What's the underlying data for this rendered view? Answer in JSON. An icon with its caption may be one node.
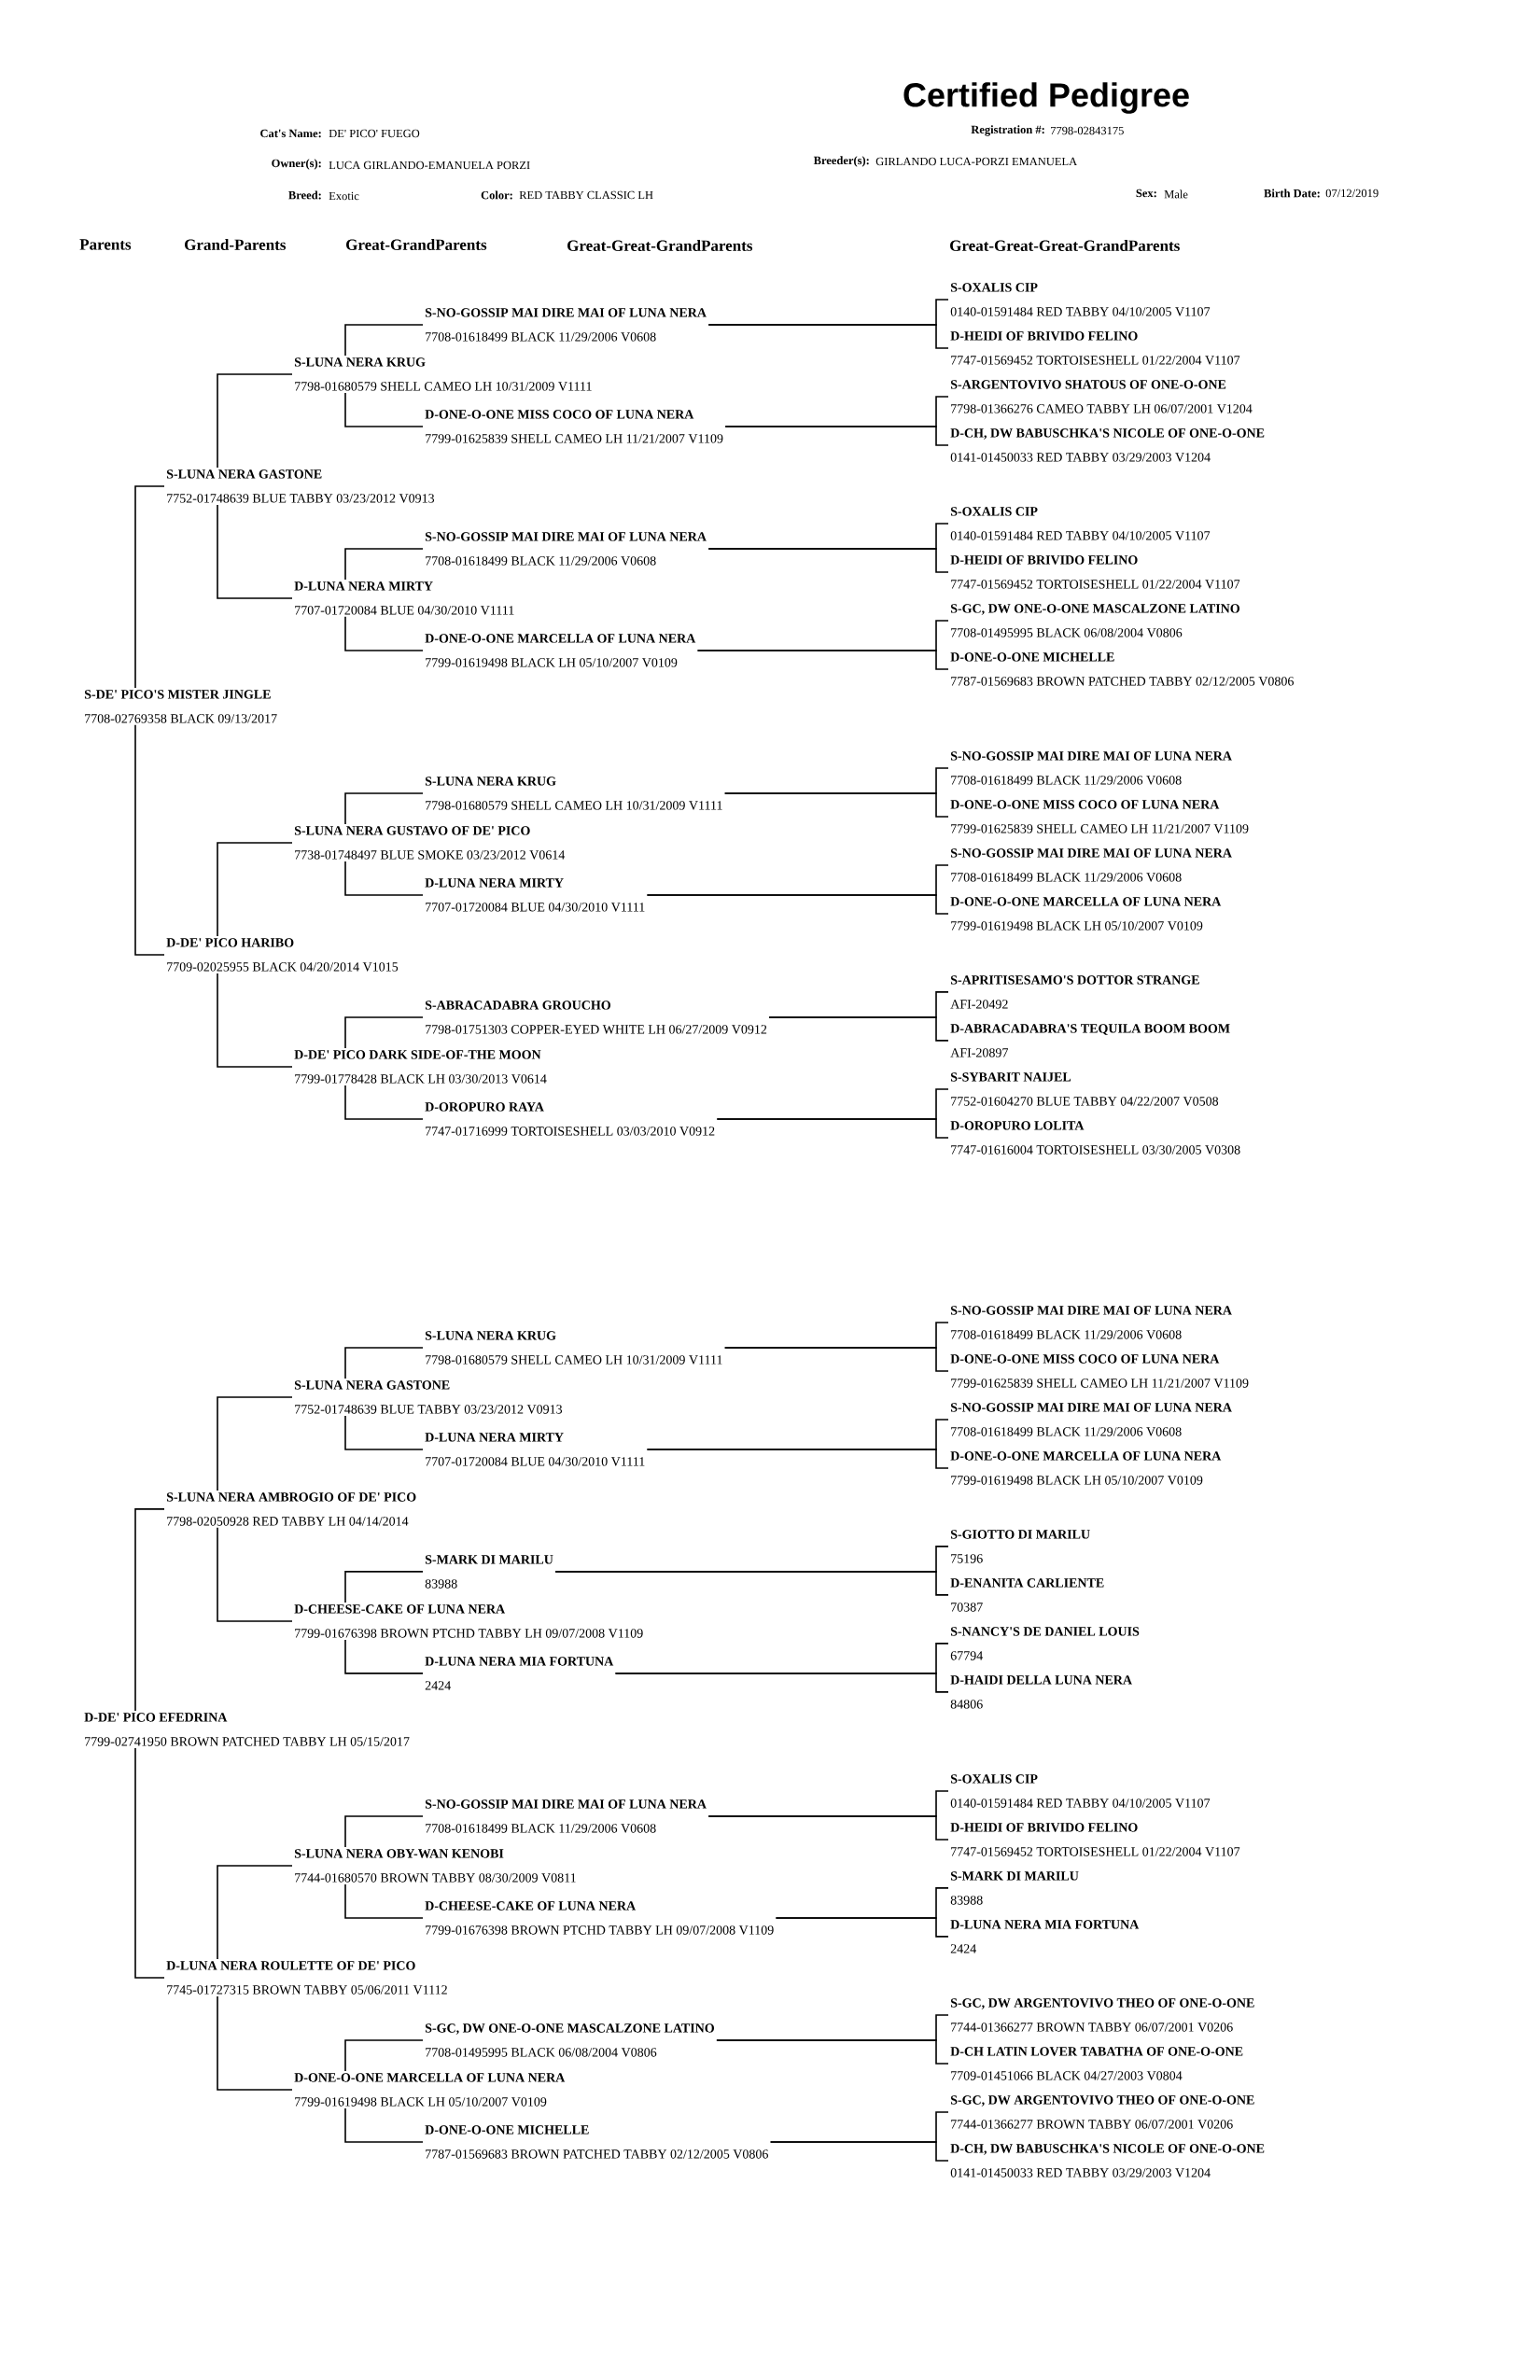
{
  "diagram": {
    "title": "Certified Pedigree",
    "nodes": [
      {
        "text": [
          "S-DE' PICO'S MISTER JINGLE",
          "7708-02769358 BLACK 09/13/2017"
        ]
      },
      {
        "text": [
          "S-LUNA NERA GASTONE",
          "7752-01748639 BLUE TABBY 03/23/2012 V0913"
        ]
      },
      {
        "text": [
          "S-LUNA NERA KRUG",
          "7798-01680579 SHELL CAMEO LH 10/31/2009 V1111"
        ]
      },
      {
        "text": [
          "S-NO-GOSSIP MAI DIRE MAI OF LUNA NERA",
          "7708-01618499 BLACK 11/29/2006 V0608"
        ]
      },
      {
        "text": [
          "S-OXALIS CIP",
          "0140-01591484 RED TABBY 04/10/2005 V1107"
        ]
      },
      {
        "text": [
          "D-HEIDI OF BRIVIDO FELINO",
          "7747-01569452 TORTOISESHELL 01/22/2004 V1107"
        ]
      },
      {
        "text": [
          "D-ONE-O-ONE MISS COCO OF LUNA NERA",
          "7799-01625839 SHELL CAMEO LH 11/21/2007 V1109"
        ]
      },
      {
        "text": [
          "S-ARGENTOVIVO SHATOUS OF ONE-O-ONE",
          "7798-01366276 CAMEO TABBY LH 06/07/2001 V1204"
        ]
      },
      {
        "text": [
          "D-CH, DW BABUSCHKA'S NICOLE OF ONE-O-ONE",
          "0141-01450033 RED TABBY 03/29/2003 V1204"
        ]
      },
      {
        "text": [
          "D-LUNA NERA MIRTY",
          "7707-01720084 BLUE 04/30/2010 V1111"
        ]
      },
      {
        "text": [
          "S-NO-GOSSIP MAI DIRE MAI OF LUNA NERA",
          "7708-01618499 BLACK 11/29/2006 V0608"
        ]
      },
      {
        "text": [
          "S-OXALIS CIP",
          "0140-01591484 RED TABBY 04/10/2005 V1107"
        ]
      },
      {
        "text": [
          "D-HEIDI OF BRIVIDO FELINO",
          "7747-01569452 TORTOISESHELL 01/22/2004 V1107"
        ]
      },
      {
        "text": [
          "D-ONE-O-ONE MARCELLA OF LUNA NERA",
          "7799-01619498 BLACK LH 05/10/2007 V0109"
        ]
      },
      {
        "text": [
          "S-GC, DW ONE-O-ONE MASCALZONE LATINO",
          "7708-01495995 BLACK 06/08/2004 V0806"
        ]
      },
      {
        "text": [
          "D-ONE-O-ONE MICHELLE",
          "7787-01569683 BROWN PATCHED TABBY 02/12/2005 V0806"
        ]
      },
      {
        "text": [
          "D-DE' PICO HARIBO",
          "7709-02025955 BLACK 04/20/2014 V1015"
        ]
      },
      {
        "text": [
          "S-LUNA NERA GUSTAVO OF DE' PICO",
          "7738-01748497 BLUE SMOKE 03/23/2012 V0614"
        ]
      },
      {
        "text": [
          "S-LUNA NERA KRUG",
          "7798-01680579 SHELL CAMEO LH 10/31/2009 V1111"
        ]
      },
      {
        "text": [
          "S-NO-GOSSIP MAI DIRE MAI OF LUNA NERA",
          "7708-01618499 BLACK 11/29/2006 V0608"
        ]
      },
      {
        "text": [
          "D-ONE-O-ONE MISS COCO OF LUNA NERA",
          "7799-01625839 SHELL CAMEO LH 11/21/2007 V1109"
        ]
      },
      {
        "text": [
          "D-LUNA NERA MIRTY",
          "7707-01720084 BLUE 04/30/2010 V1111"
        ]
      },
      {
        "text": [
          "S-NO-GOSSIP MAI DIRE MAI OF LUNA NERA",
          "7708-01618499 BLACK 11/29/2006 V0608"
        ]
      },
      {
        "text": [
          "D-ONE-O-ONE MARCELLA OF LUNA NERA",
          "7799-01619498 BLACK LH 05/10/2007 V0109"
        ]
      },
      {
        "text": [
          "D-DE' PICO DARK SIDE-OF-THE MOON",
          "7799-01778428 BLACK LH 03/30/2013 V0614"
        ]
      },
      {
        "text": [
          "S-ABRACADABRA GROUCHO",
          "7798-01751303 COPPER-EYED WHITE LH 06/27/2009 V0912"
        ]
      },
      {
        "text": [
          "S-APRITISESAMO'S DOTTOR STRANGE",
          "AFI-20492"
        ]
      },
      {
        "text": [
          "D-ABRACADABRA'S TEQUILA BOOM BOOM",
          "AFI-20897"
        ]
      },
      {
        "text": [
          "D-OROPURO RAYA",
          "7747-01716999 TORTOISESHELL 03/03/2010 V0912"
        ]
      },
      {
        "text": [
          "S-SYBARIT NAIJEL",
          "7752-01604270 BLUE TABBY 04/22/2007 V0508"
        ]
      },
      {
        "text": [
          "D-OROPURO LOLITA",
          "7747-01616004 TORTOISESHELL 03/30/2005 V0308"
        ]
      },
      {
        "text": [
          "D-DE' PICO EFEDRINA",
          "7799-02741950 BROWN PATCHED TABBY LH 05/15/2017"
        ]
      },
      {
        "text": [
          "S-LUNA NERA AMBROGIO OF DE' PICO",
          "7798-02050928 RED TABBY LH 04/14/2014"
        ]
      },
      {
        "text": [
          "S-LUNA NERA GASTONE",
          "7752-01748639 BLUE TABBY 03/23/2012 V0913"
        ]
      },
      {
        "text": [
          "S-LUNA NERA KRUG",
          "7798-01680579 SHELL CAMEO LH 10/31/2009 V1111"
        ]
      },
      {
        "text": [
          "S-NO-GOSSIP MAI DIRE MAI OF LUNA NERA",
          "7708-01618499 BLACK 11/29/2006 V0608"
        ]
      },
      {
        "text": [
          "D-ONE-O-ONE MISS COCO OF LUNA NERA",
          "7799-01625839 SHELL CAMEO LH 11/21/2007 V1109"
        ]
      },
      {
        "text": [
          "D-LUNA NERA MIRTY",
          "7707-01720084 BLUE 04/30/2010 V1111"
        ]
      },
      {
        "text": [
          "S-NO-GOSSIP MAI DIRE MAI OF LUNA NERA",
          "7708-01618499 BLACK 11/29/2006 V0608"
        ]
      },
      {
        "text": [
          "D-ONE-O-ONE MARCELLA OF LUNA NERA",
          "7799-01619498 BLACK LH 05/10/2007 V0109"
        ]
      },
      {
        "text": [
          "D-CHEESE-CAKE OF LUNA NERA",
          "7799-01676398 BROWN PTCHD TABBY LH 09/07/2008 V1109"
        ]
      },
      {
        "text": [
          "S-MARK DI MARILU",
          "83988"
        ]
      },
      {
        "text": [
          "S-GIOTTO DI MARILU",
          "75196"
        ]
      },
      {
        "text": [
          "D-ENANITA CARLIENTE",
          "70387"
        ]
      },
      {
        "text": [
          "D-LUNA NERA MIA FORTUNA",
          "2424"
        ]
      },
      {
        "text": [
          "S-NANCY'S DE DANIEL LOUIS",
          "67794"
        ]
      },
      {
        "text": [
          "D-HAIDI DELLA LUNA NERA",
          "84806"
        ]
      },
      {
        "text": [
          "D-LUNA NERA ROULETTE OF DE' PICO",
          "7745-01727315 BROWN TABBY 05/06/2011 V1112"
        ]
      },
      {
        "text": [
          "S-LUNA NERA OBY-WAN KENOBI",
          "7744-01680570 BROWN TABBY 08/30/2009 V0811"
        ]
      },
      {
        "text": [
          "S-NO-GOSSIP MAI DIRE MAI OF LUNA NERA",
          "7708-01618499 BLACK 11/29/2006 V0608"
        ]
      },
      {
        "text": [
          "S-OXALIS CIP",
          "0140-01591484 RED TABBY 04/10/2005 V1107"
        ]
      },
      {
        "text": [
          "D-HEIDI OF BRIVIDO FELINO",
          "7747-01569452 TORTOISESHELL 01/22/2004 V1107"
        ]
      },
      {
        "text": [
          "D-CHEESE-CAKE OF LUNA NERA",
          "7799-01676398 BROWN PTCHD TABBY LH 09/07/2008 V1109"
        ]
      },
      {
        "text": [
          "S-MARK DI MARILU",
          "83988"
        ]
      },
      {
        "text": [
          "D-LUNA NERA MIA FORTUNA",
          "2424"
        ]
      },
      {
        "text": [
          "D-ONE-O-ONE MARCELLA OF LUNA NERA",
          "7799-01619498 BLACK LH 05/10/2007 V0109"
        ]
      },
      {
        "text": [
          "S-GC, DW ONE-O-ONE MASCALZONE LATINO",
          "7708-01495995 BLACK 06/08/2004 V0806"
        ]
      },
      {
        "text": [
          "S-GC, DW ARGENTOVIVO THEO OF ONE-O-ONE",
          "7744-01366277 BROWN TABBY 06/07/2001 V0206"
        ]
      },
      {
        "text": [
          "D-CH LATIN LOVER TABATHA OF ONE-O-ONE",
          "7709-01451066 BLACK 04/27/2003 V0804"
        ]
      },
      {
        "text": [
          "D-ONE-O-ONE MICHELLE",
          "7787-01569683 BROWN PATCHED TABBY 02/12/2005 V0806"
        ]
      },
      {
        "text": [
          "S-GC, DW ARGENTOVIVO THEO OF ONE-O-ONE",
          "7744-01366277 BROWN TABBY 06/07/2001 V0206"
        ]
      },
      {
        "text": [
          "D-CH, DW BABUSCHKA'S NICOLE OF ONE-O-ONE",
          "0141-01450033 RED TABBY 03/29/2003 V1204"
        ]
      }
    ],
    "edges": [
      {
        "from": 0,
        "to": 1,
        "arrow": "none"
      },
      {
        "from": 0,
        "to": 16,
        "arrow": "none"
      },
      {
        "from": 1,
        "to": 2,
        "arrow": "none"
      },
      {
        "from": 1,
        "to": 9,
        "arrow": "none"
      },
      {
        "from": 2,
        "to": 3,
        "arrow": "none"
      },
      {
        "from": 2,
        "to": 6,
        "arrow": "none"
      },
      {
        "from": 3,
        "to": 4,
        "arrow": "none"
      },
      {
        "from": 3,
        "to": 5,
        "arrow": "none"
      },
      {
        "from": 6,
        "to": 7,
        "arrow": "none"
      },
      {
        "from": 6,
        "to": 8,
        "arrow": "none"
      },
      {
        "from": 9,
        "to": 10,
        "arrow": "none"
      },
      {
        "from": 9,
        "to": 13,
        "arrow": "none"
      },
      {
        "from": 10,
        "to": 11,
        "arrow": "none"
      },
      {
        "from": 10,
        "to": 12,
        "arrow": "none"
      },
      {
        "from": 13,
        "to": 14,
        "arrow": "none"
      },
      {
        "from": 13,
        "to": 15,
        "arrow": "none"
      },
      {
        "from": 16,
        "to": 17,
        "arrow": "none"
      },
      {
        "from": 16,
        "to": 24,
        "arrow": "none"
      },
      {
        "from": 17,
        "to": 18,
        "arrow": "none"
      },
      {
        "from": 17,
        "to": 21,
        "arrow": "none"
      },
      {
        "from": 18,
        "to": 19,
        "arrow": "none"
      },
      {
        "from": 18,
        "to": 20,
        "arrow": "none"
      },
      {
        "from": 21,
        "to": 22,
        "arrow": "none"
      },
      {
        "from": 21,
        "to": 23,
        "arrow": "none"
      },
      {
        "from": 24,
        "to": 25,
        "arrow": "none"
      },
      {
        "from": 24,
        "to": 28,
        "arrow": "none"
      },
      {
        "from": 25,
        "to": 26,
        "arrow": "none"
      },
      {
        "from": 25,
        "to": 27,
        "arrow": "none"
      },
      {
        "from": 28,
        "to": 29,
        "arrow": "none"
      },
      {
        "from": 28,
        "to": 30,
        "arrow": "none"
      },
      {
        "from": 31,
        "to": 32,
        "arrow": "none"
      },
      {
        "from": 31,
        "to": 47,
        "arrow": "none"
      },
      {
        "from": 32,
        "to": 33,
        "arrow": "none"
      },
      {
        "from": 32,
        "to": 40,
        "arrow": "none"
      },
      {
        "from": 33,
        "to": 34,
        "arrow": "none"
      },
      {
        "from": 33,
        "to": 37,
        "arrow": "none"
      },
      {
        "from": 34,
        "to": 35,
        "arrow": "none"
      },
      {
        "from": 34,
        "to": 36,
        "arrow": "none"
      },
      {
        "from": 37,
        "to": 38,
        "arrow": "none"
      },
      {
        "from": 37,
        "to": 39,
        "arrow": "none"
      },
      {
        "from": 40,
        "to": 41,
        "arrow": "none"
      },
      {
        "from": 40,
        "to": 44,
        "arrow": "none"
      },
      {
        "from": 41,
        "to": 42,
        "arrow": "none"
      },
      {
        "from": 41,
        "to": 43,
        "arrow": "none"
      },
      {
        "from": 44,
        "to": 45,
        "arrow": "none"
      },
      {
        "from": 44,
        "to": 46,
        "arrow": "none"
      },
      {
        "from": 47,
        "to": 48,
        "arrow": "none"
      },
      {
        "from": 47,
        "to": 55,
        "arrow": "none"
      },
      {
        "from": 48,
        "to": 49,
        "arrow": "none"
      },
      {
        "from": 48,
        "to": 52,
        "arrow": "none"
      },
      {
        "from": 49,
        "to": 50,
        "arrow": "none"
      },
      {
        "from": 49,
        "to": 51,
        "arrow": "none"
      },
      {
        "from": 52,
        "to": 53,
        "arrow": "none"
      },
      {
        "from": 52,
        "to": 54,
        "arrow": "none"
      },
      {
        "from": 55,
        "to": 56,
        "arrow": "none"
      },
      {
        "from": 55,
        "to": 59,
        "arrow": "none"
      },
      {
        "from": 56,
        "to": 57,
        "arrow": "none"
      },
      {
        "from": 56,
        "to": 58,
        "arrow": "none"
      },
      {
        "from": 59,
        "to": 60,
        "arrow": "none"
      },
      {
        "from": 59,
        "to": 61,
        "arrow": "none"
      }
    ],
    "labels": [
      "Cat's Name:",
      "DE' PICO' FUEGO",
      "Registration #:",
      "7798-02843175",
      "Owner(s):",
      "LUCA GIRLANDO-EMANUELA PORZI",
      "Breeder(s):",
      "GIRLANDO LUCA-PORZI EMANUELA",
      "Breed:",
      "Exotic",
      "Color:",
      "RED TABBY CLASSIC LH",
      "Sex:",
      "Male",
      "Birth Date:",
      "07/12/2019",
      "Parents",
      "Grand-Parents",
      "Great-GrandParents",
      "Great-Great-GrandParents",
      "Great-Great-Great-GrandParents"
    ]
  }
}
